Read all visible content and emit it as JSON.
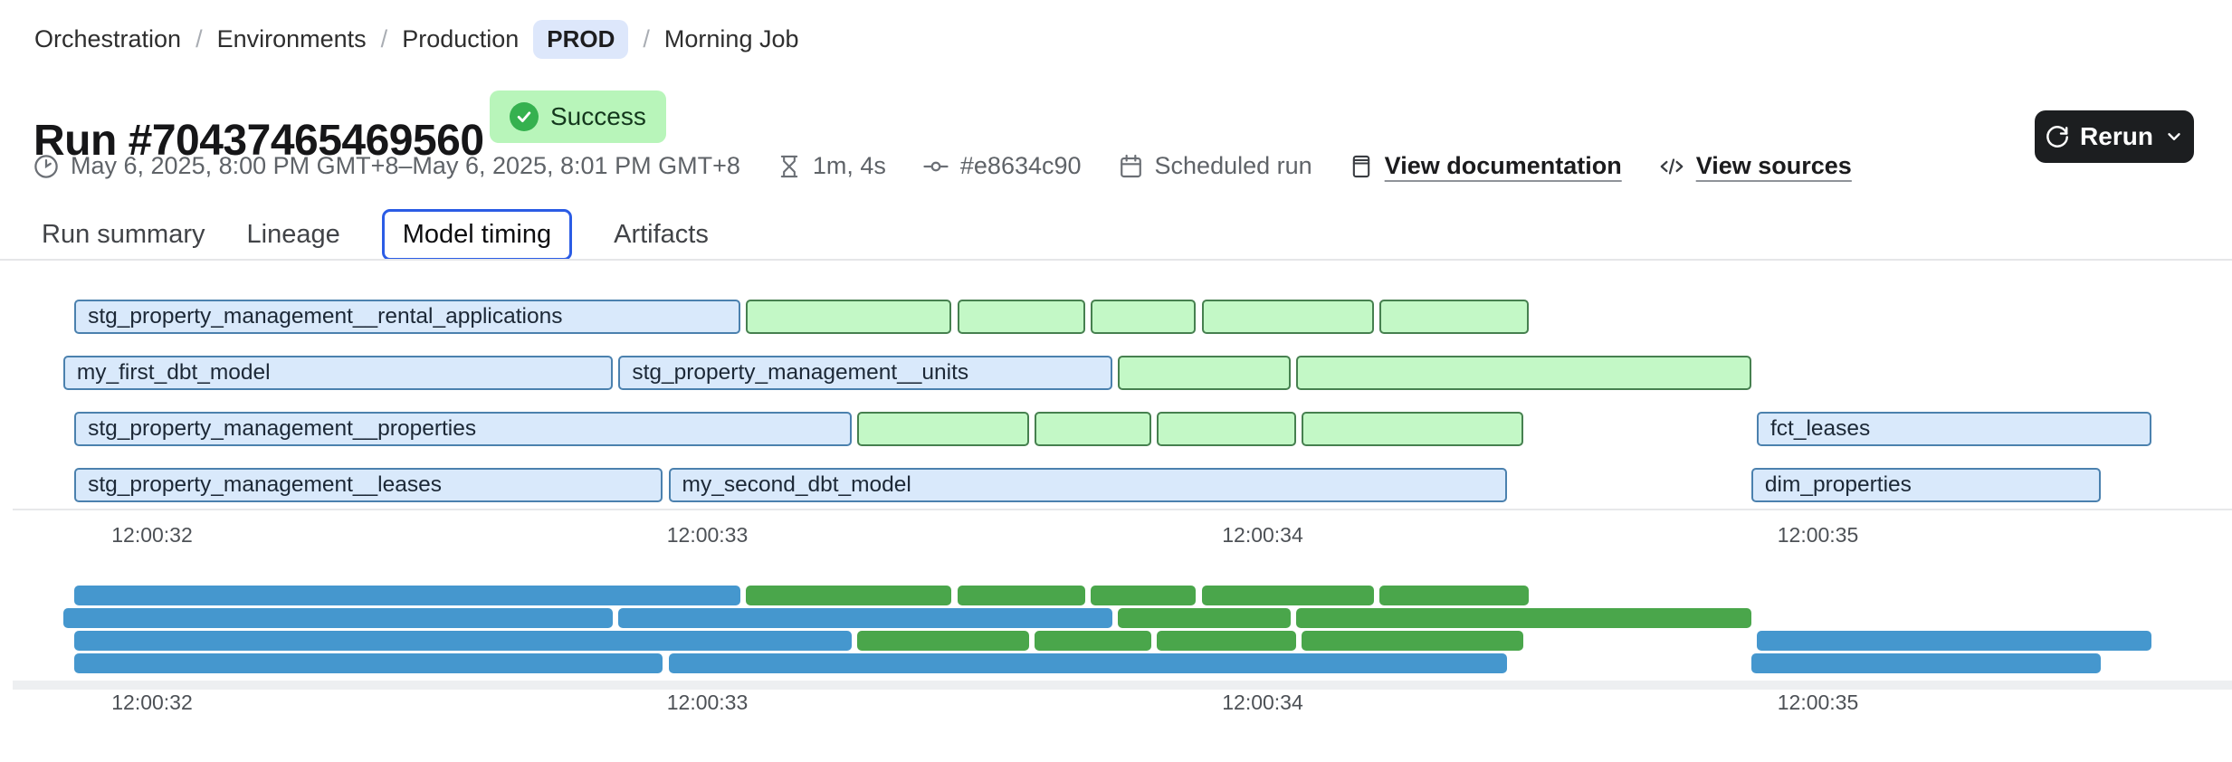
{
  "breadcrumb": {
    "items": [
      "Orchestration",
      "Environments",
      "Production"
    ],
    "env_badge": "PROD",
    "current": "Morning Job",
    "separator": "/"
  },
  "header": {
    "title": "Run #70437465469560",
    "status": "Success"
  },
  "meta": {
    "time_range": "May 6, 2025, 8:00 PM GMT+8–May 6, 2025, 8:01 PM GMT+8",
    "duration": "1m, 4s",
    "commit": "#e8634c90",
    "trigger": "Scheduled run",
    "doc_link": "View documentation",
    "sources_link": "View sources"
  },
  "actions": {
    "rerun_label": "Rerun"
  },
  "tabs": [
    {
      "label": "Run summary",
      "active": false
    },
    {
      "label": "Lineage",
      "active": false
    },
    {
      "label": "Model timing",
      "active": true
    },
    {
      "label": "Artifacts",
      "active": false
    }
  ],
  "colors": {
    "accent": "#2b5ce5",
    "success_bg": "#b8f5ba",
    "success_dot": "#35b14f",
    "dark_btn": "#1c1e20",
    "env_badge": "#dde7fb",
    "model_fill": "#d9e9fb",
    "model_border": "#4b81ae",
    "test_fill": "#c3f8c6",
    "test_border": "#46804f",
    "model_solid": "#4597ce",
    "test_solid": "#4aa64b"
  },
  "chart_data": {
    "type": "gantt",
    "title": "Model timing",
    "x_unit": "seconds after 12:00:32",
    "ticks": [
      {
        "t": 0,
        "label": "12:00:32"
      },
      {
        "t": 1,
        "label": "12:00:33"
      },
      {
        "t": 2,
        "label": "12:00:34"
      },
      {
        "t": 3,
        "label": "12:00:35"
      }
    ],
    "rows": [
      {
        "bars": [
          {
            "label": "stg_property_management__rental_applications",
            "kind": "model",
            "start": -0.14,
            "end": 1.06
          },
          {
            "label": "",
            "kind": "test",
            "start": 1.07,
            "end": 1.44
          },
          {
            "label": "",
            "kind": "test",
            "start": 1.45,
            "end": 1.68
          },
          {
            "label": "",
            "kind": "test",
            "start": 1.69,
            "end": 1.88
          },
          {
            "label": "",
            "kind": "test",
            "start": 1.89,
            "end": 2.2
          },
          {
            "label": "",
            "kind": "test",
            "start": 2.21,
            "end": 2.48
          }
        ]
      },
      {
        "bars": [
          {
            "label": "my_first_dbt_model",
            "kind": "model",
            "start": -0.16,
            "end": 0.83
          },
          {
            "label": "stg_property_management__units",
            "kind": "model",
            "start": 0.84,
            "end": 1.73
          },
          {
            "label": "",
            "kind": "test",
            "start": 1.74,
            "end": 2.05
          },
          {
            "label": "",
            "kind": "test",
            "start": 2.06,
            "end": 2.88
          }
        ]
      },
      {
        "bars": [
          {
            "label": "stg_property_management__properties",
            "kind": "model",
            "start": -0.14,
            "end": 1.26
          },
          {
            "label": "",
            "kind": "test",
            "start": 1.27,
            "end": 1.58
          },
          {
            "label": "",
            "kind": "test",
            "start": 1.59,
            "end": 1.8
          },
          {
            "label": "",
            "kind": "test",
            "start": 1.81,
            "end": 2.06
          },
          {
            "label": "",
            "kind": "test",
            "start": 2.07,
            "end": 2.47
          },
          {
            "label": "fct_leases",
            "kind": "model",
            "start": 2.89,
            "end": 3.6
          }
        ]
      },
      {
        "bars": [
          {
            "label": "stg_property_management__leases",
            "kind": "model",
            "start": -0.14,
            "end": 0.92
          },
          {
            "label": "my_second_dbt_model",
            "kind": "model",
            "start": 0.93,
            "end": 2.44
          },
          {
            "label": "dim_properties",
            "kind": "model",
            "start": 2.88,
            "end": 3.51
          }
        ]
      }
    ]
  }
}
